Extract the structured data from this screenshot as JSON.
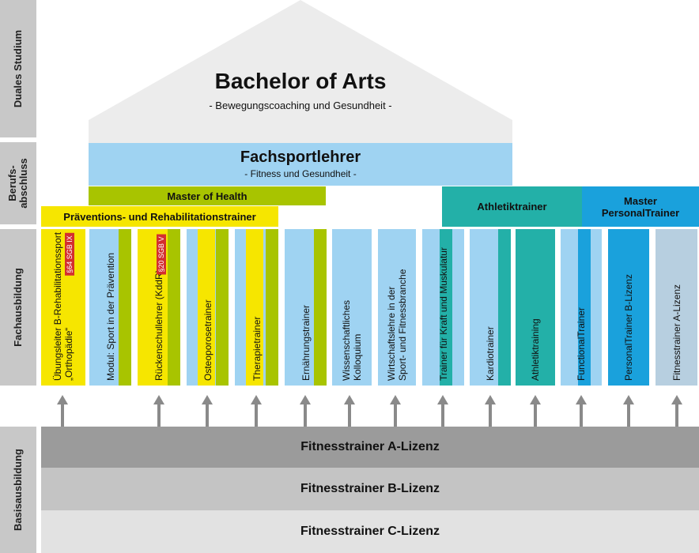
{
  "side_labels": {
    "studium": "Duales Studium",
    "berufsabschluss": "Berufs-\nabschluss",
    "fachausbildung": "Fachausbildung",
    "basisausbildung": "Basisausbildung"
  },
  "roof": {
    "title": "Bachelor of Arts",
    "subtitle": "- Bewegungscoaching und Gesundheit -"
  },
  "fachsportlehrer": {
    "title": "Fachsportlehrer",
    "subtitle": "- Fitness und Gesundheit -"
  },
  "master_health": {
    "label": "Master of Health"
  },
  "praevention": {
    "label": "Präventions- und Rehabilitationstrainer"
  },
  "athletik": {
    "label": "Athletiktrainer"
  },
  "master_personal": {
    "label": "Master\nPersonalTrainer"
  },
  "columns": [
    {
      "label": "Übungsleiter B-Rehabilitationssport\n„Orthopädie“",
      "badge": "§64 SGB IX"
    },
    {
      "label": "Modul: Sport in der Prävention"
    },
    {
      "label": "Rückenschullehrer (KddR)",
      "badge": "§20 SGB V"
    },
    {
      "label": "Osteoporosetrainer"
    },
    {
      "label": "Therapietrainer"
    },
    {
      "label": "Ernährungstrainer"
    },
    {
      "label": "Wissenschaftliches\nKolloquium"
    },
    {
      "label": "Wirtschaftslehre in der\nSport- und Fitnessbranche"
    },
    {
      "label": "Trainer für Kraft und Muskulatur"
    },
    {
      "label": "Kardiotrainer"
    },
    {
      "label": "Athletiktraining"
    },
    {
      "label": "FunctionalTrainer"
    },
    {
      "label": "PersonalTrainer B-Lizenz"
    },
    {
      "label": "Fitnesstrainer A-Lizenz"
    }
  ],
  "lizenzen": {
    "a": "Fitnesstrainer A-Lizenz",
    "b": "Fitnesstrainer B-Lizenz",
    "c": "Fitnesstrainer C-Lizenz"
  },
  "colors": {
    "yellow": "#f6e600",
    "green": "#a8c400",
    "lightblue": "#9fd3f2",
    "teal": "#23b0a8",
    "blue": "#1aa1dc",
    "grey_dark": "#9b9b9b",
    "grey_mid": "#c4c4c4",
    "grey_light": "#e2e2e2",
    "roof": "#ececec"
  }
}
